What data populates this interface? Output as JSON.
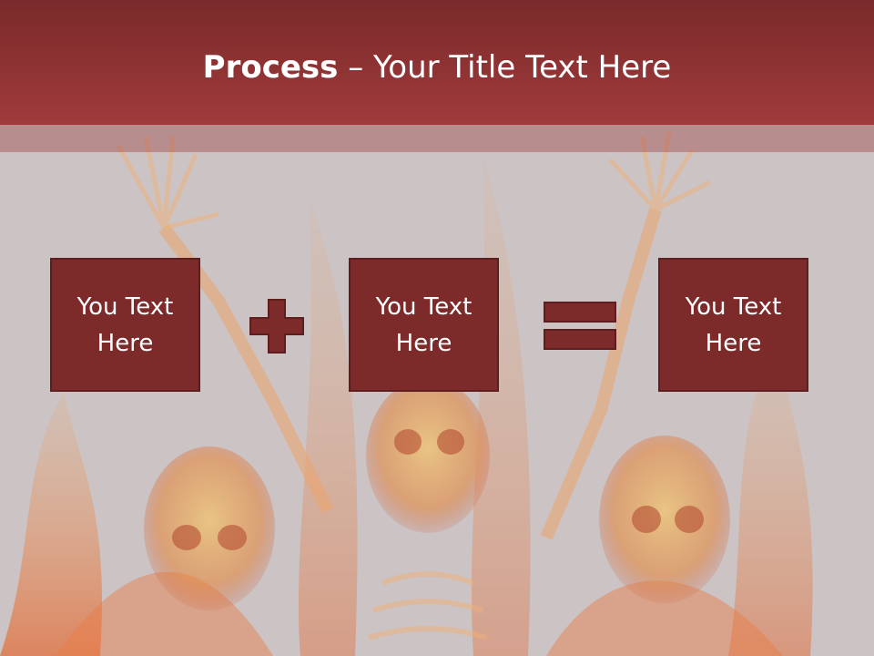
{
  "slide": {
    "title_bold": "Process",
    "title_sep": " – ",
    "title_rest": "Your Title Text Here"
  },
  "process": {
    "boxes": [
      {
        "label": "You Text Here"
      },
      {
        "label": "You Text Here"
      },
      {
        "label": "You Text Here"
      }
    ],
    "operators": [
      "plus-icon",
      "equals-icon"
    ]
  },
  "colors": {
    "header": "#8f3334",
    "box_fill": "#7d2a2b",
    "box_border": "#5e1d1e",
    "background": "#c9c2c3",
    "flame": "#e98a4a"
  }
}
